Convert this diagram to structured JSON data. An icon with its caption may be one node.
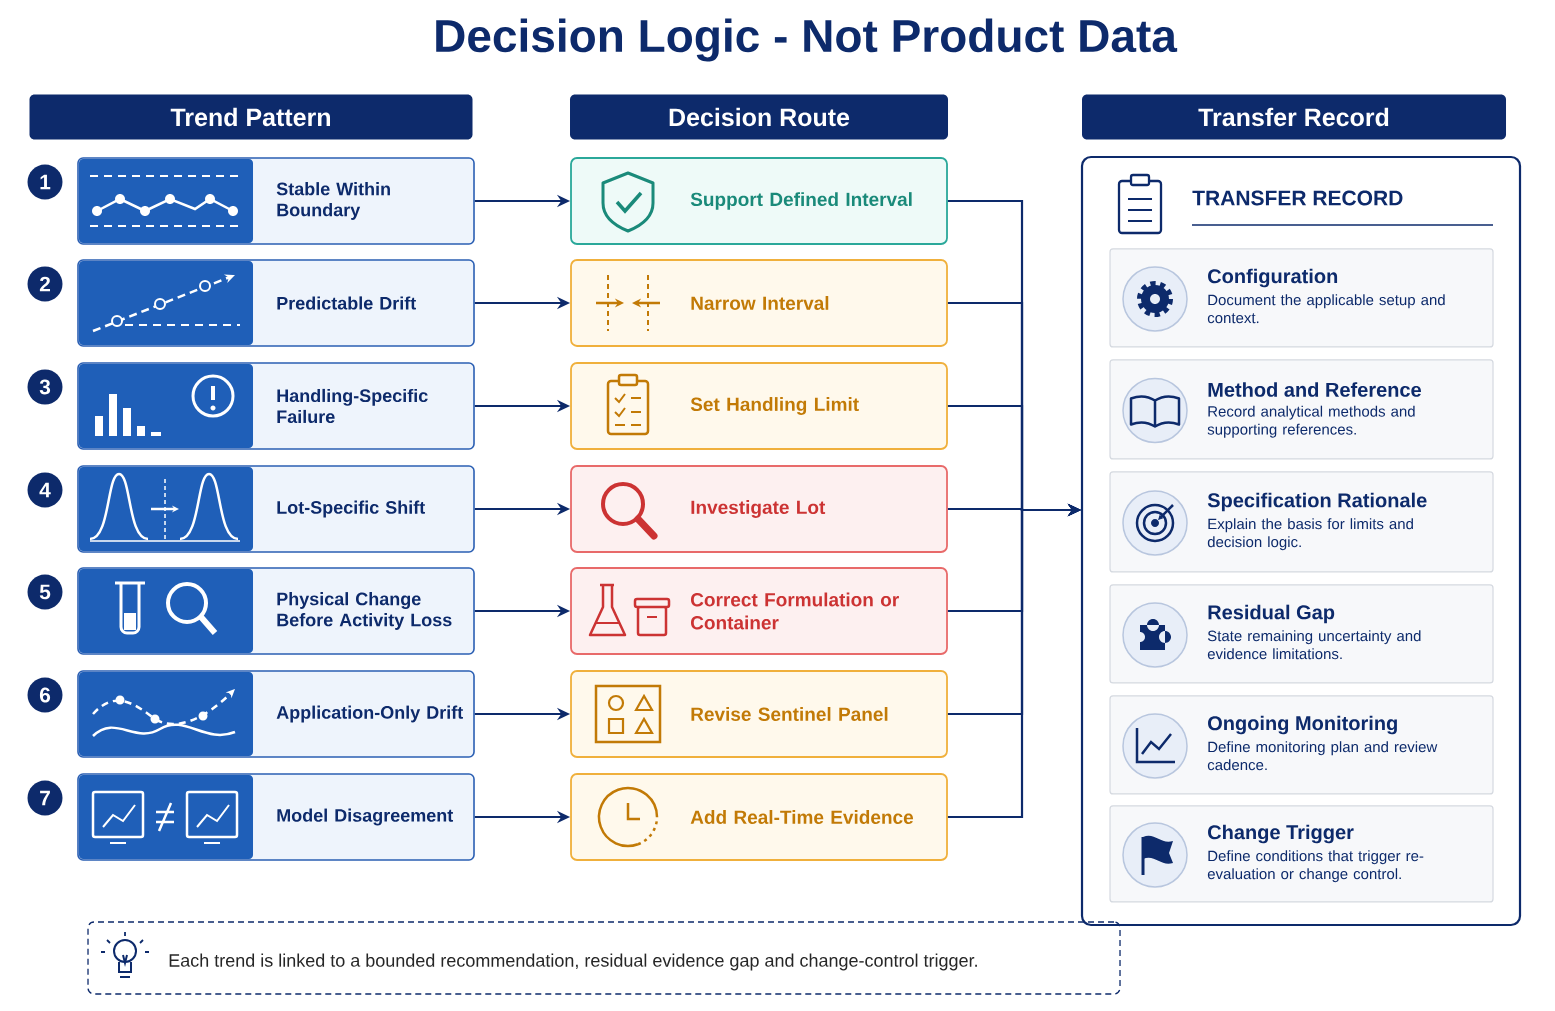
{
  "diagram": {
    "title": "Decision Logic - Not Product Data",
    "nodes": [
      {
        "text": [
          "Trend Pattern"
        ]
      },
      {
        "text": [
          "Decision Route"
        ]
      },
      {
        "text": [
          "Transfer Record"
        ]
      },
      {
        "text": [
          "1"
        ]
      },
      {
        "text": [
          "2"
        ]
      },
      {
        "text": [
          "3"
        ]
      },
      {
        "text": [
          "4"
        ]
      },
      {
        "text": [
          "5"
        ]
      },
      {
        "text": [
          "6"
        ]
      },
      {
        "text": [
          "7"
        ]
      },
      {
        "text": [
          "Stable Within Boundary"
        ]
      },
      {
        "text": [
          "Predictable Drift"
        ]
      },
      {
        "text": [
          "Handling-Specific Failure"
        ]
      },
      {
        "text": [
          "Lot-Specific Shift"
        ]
      },
      {
        "text": [
          "Physical Change Before Activity Loss"
        ]
      },
      {
        "text": [
          "Application-Only Drift"
        ]
      },
      {
        "text": [
          "Model Disagreement"
        ]
      },
      {
        "text": [
          "Support Defined Interval"
        ]
      },
      {
        "text": [
          "Narrow Interval"
        ]
      },
      {
        "text": [
          "Set Handling Limit"
        ]
      },
      {
        "text": [
          "Investigate Lot"
        ]
      },
      {
        "text": [
          "Correct Formulation or Container"
        ]
      },
      {
        "text": [
          "Revise Sentinel Panel"
        ]
      },
      {
        "text": [
          "Add Real-Time Evidence"
        ]
      },
      {
        "text": [
          "TRANSFER RECORD"
        ]
      },
      {
        "text": [
          "Configuration",
          "Document the applicable setup and context."
        ],
        "in": 24
      },
      {
        "text": [
          "Method and Reference",
          "Record analytical methods and supporting references."
        ],
        "in": 24
      },
      {
        "text": [
          "Specification Rationale",
          "Explain the basis for limits and decision logic."
        ],
        "in": 24
      },
      {
        "text": [
          "Residual Gap",
          "State remaining uncertainty and evidence limitations."
        ],
        "in": 24
      },
      {
        "text": [
          "Ongoing Monitoring",
          "Define monitoring plan and review cadence."
        ],
        "in": 24
      },
      {
        "text": [
          "Change Trigger",
          "Define conditions that trigger re-evaluation or change control."
        ],
        "in": 24
      },
      {
        "text": [
          "Each trend is linked to a bounded recommendation, residual evidence gap and change-control trigger."
        ]
      }
    ],
    "edges": [
      {
        "from": 10,
        "to": 17,
        "arrow": "to"
      },
      {
        "from": 11,
        "to": 18,
        "arrow": "to"
      },
      {
        "from": 12,
        "to": 19,
        "arrow": "to"
      },
      {
        "from": 13,
        "to": 20,
        "arrow": "to"
      },
      {
        "from": 14,
        "to": 21,
        "arrow": "to"
      },
      {
        "from": 15,
        "to": 22,
        "arrow": "to"
      },
      {
        "from": 16,
        "to": 23,
        "arrow": "to"
      },
      {
        "from": 17,
        "to": 24,
        "arrow": "to"
      },
      {
        "from": 18,
        "to": 24,
        "arrow": "to"
      },
      {
        "from": 19,
        "to": 24,
        "arrow": "to"
      },
      {
        "from": 20,
        "to": 24,
        "arrow": "to"
      },
      {
        "from": 21,
        "to": 24,
        "arrow": "to"
      },
      {
        "from": 22,
        "to": 24,
        "arrow": "to"
      },
      {
        "from": 23,
        "to": 24,
        "arrow": "to"
      }
    ]
  }
}
